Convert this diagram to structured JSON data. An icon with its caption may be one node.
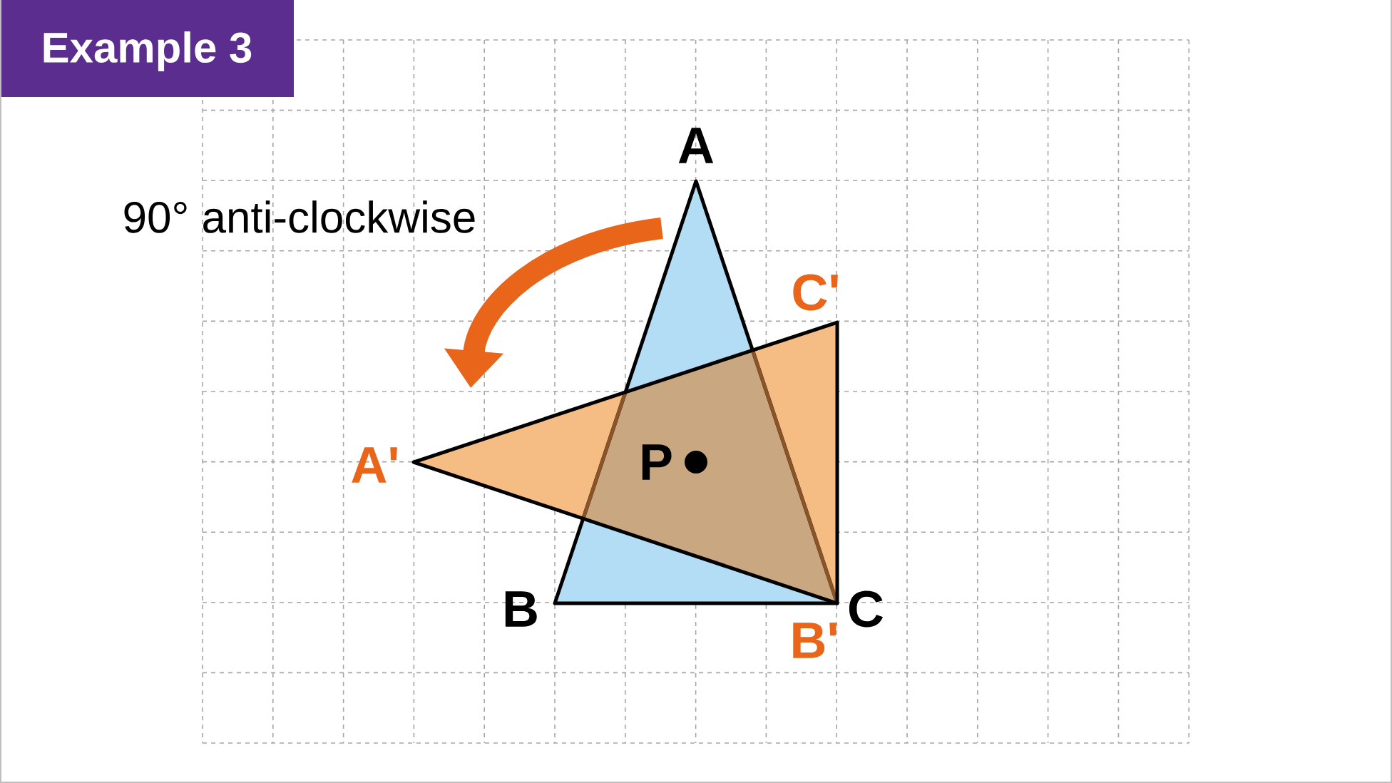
{
  "diagram": {
    "title": "Example 3",
    "labels": [
      "A",
      "90° anti-clockwise",
      "C'",
      "A'",
      "P",
      "B",
      "C",
      "B'"
    ]
  }
}
